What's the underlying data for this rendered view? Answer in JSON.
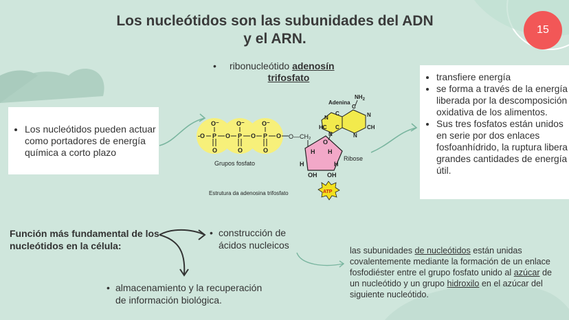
{
  "slide": {
    "title_line1": "Los nucleótidos son las subunidades del ADN",
    "title_line2": "y el ARN.",
    "page_number": "15"
  },
  "atp_bullet": {
    "dot": "•",
    "prefix": "ribonucleótido ",
    "keyword1": "adenosín",
    "keyword2": "trifosfato"
  },
  "left_box": {
    "items": [
      "Los nucleótidos pueden actuar como portadores de energía química a corto plazo"
    ]
  },
  "right_box": {
    "items": [
      "transfiere energía",
      "se forma a través de la energía liberada por la descomposición oxidativa de los alimentos.",
      "Sus tres fosfatos están unidos en serie por dos enlaces fosfoanhídrido, la ruptura libera grandes cantidades de energía útil."
    ]
  },
  "diagram": {
    "phosphate_label": "Grupos fosfato",
    "adenine_label": "Adenina",
    "ribose_label": "Ribose",
    "caption": "Estrutura da adenosina trifosfato",
    "atp_star": "ATP",
    "nh2": "NH",
    "nh2_sub": "2"
  },
  "function": {
    "heading": "Función más fundamental de los nucleótidos en la célula:",
    "dot": "•",
    "item1_line1": "construcción de",
    "item1_line2": "ácidos nucleicos",
    "item2_line1": "almacenamiento y la recuperación",
    "item2_line2": "de información biológica."
  },
  "paragraph": {
    "p1": " las subunidades ",
    "u1": "de nucleótidos",
    "p2": " están unidas covalentemente mediante la formación de un enlace fosfodiéster entre el grupo fosfato unido al ",
    "u2": "azúcar",
    "p3": " de un nucleótido y un grupo ",
    "u3": "hidroxilo",
    "p4": " en el azúcar del siguiente nucleótido."
  },
  "colors": {
    "background": "#cfe6dc",
    "badge": "#f25757",
    "phosphate_fill": "#f7f07a",
    "ribose_fill": "#f2a8c8",
    "adenine_fill": "#f2ea4c"
  }
}
